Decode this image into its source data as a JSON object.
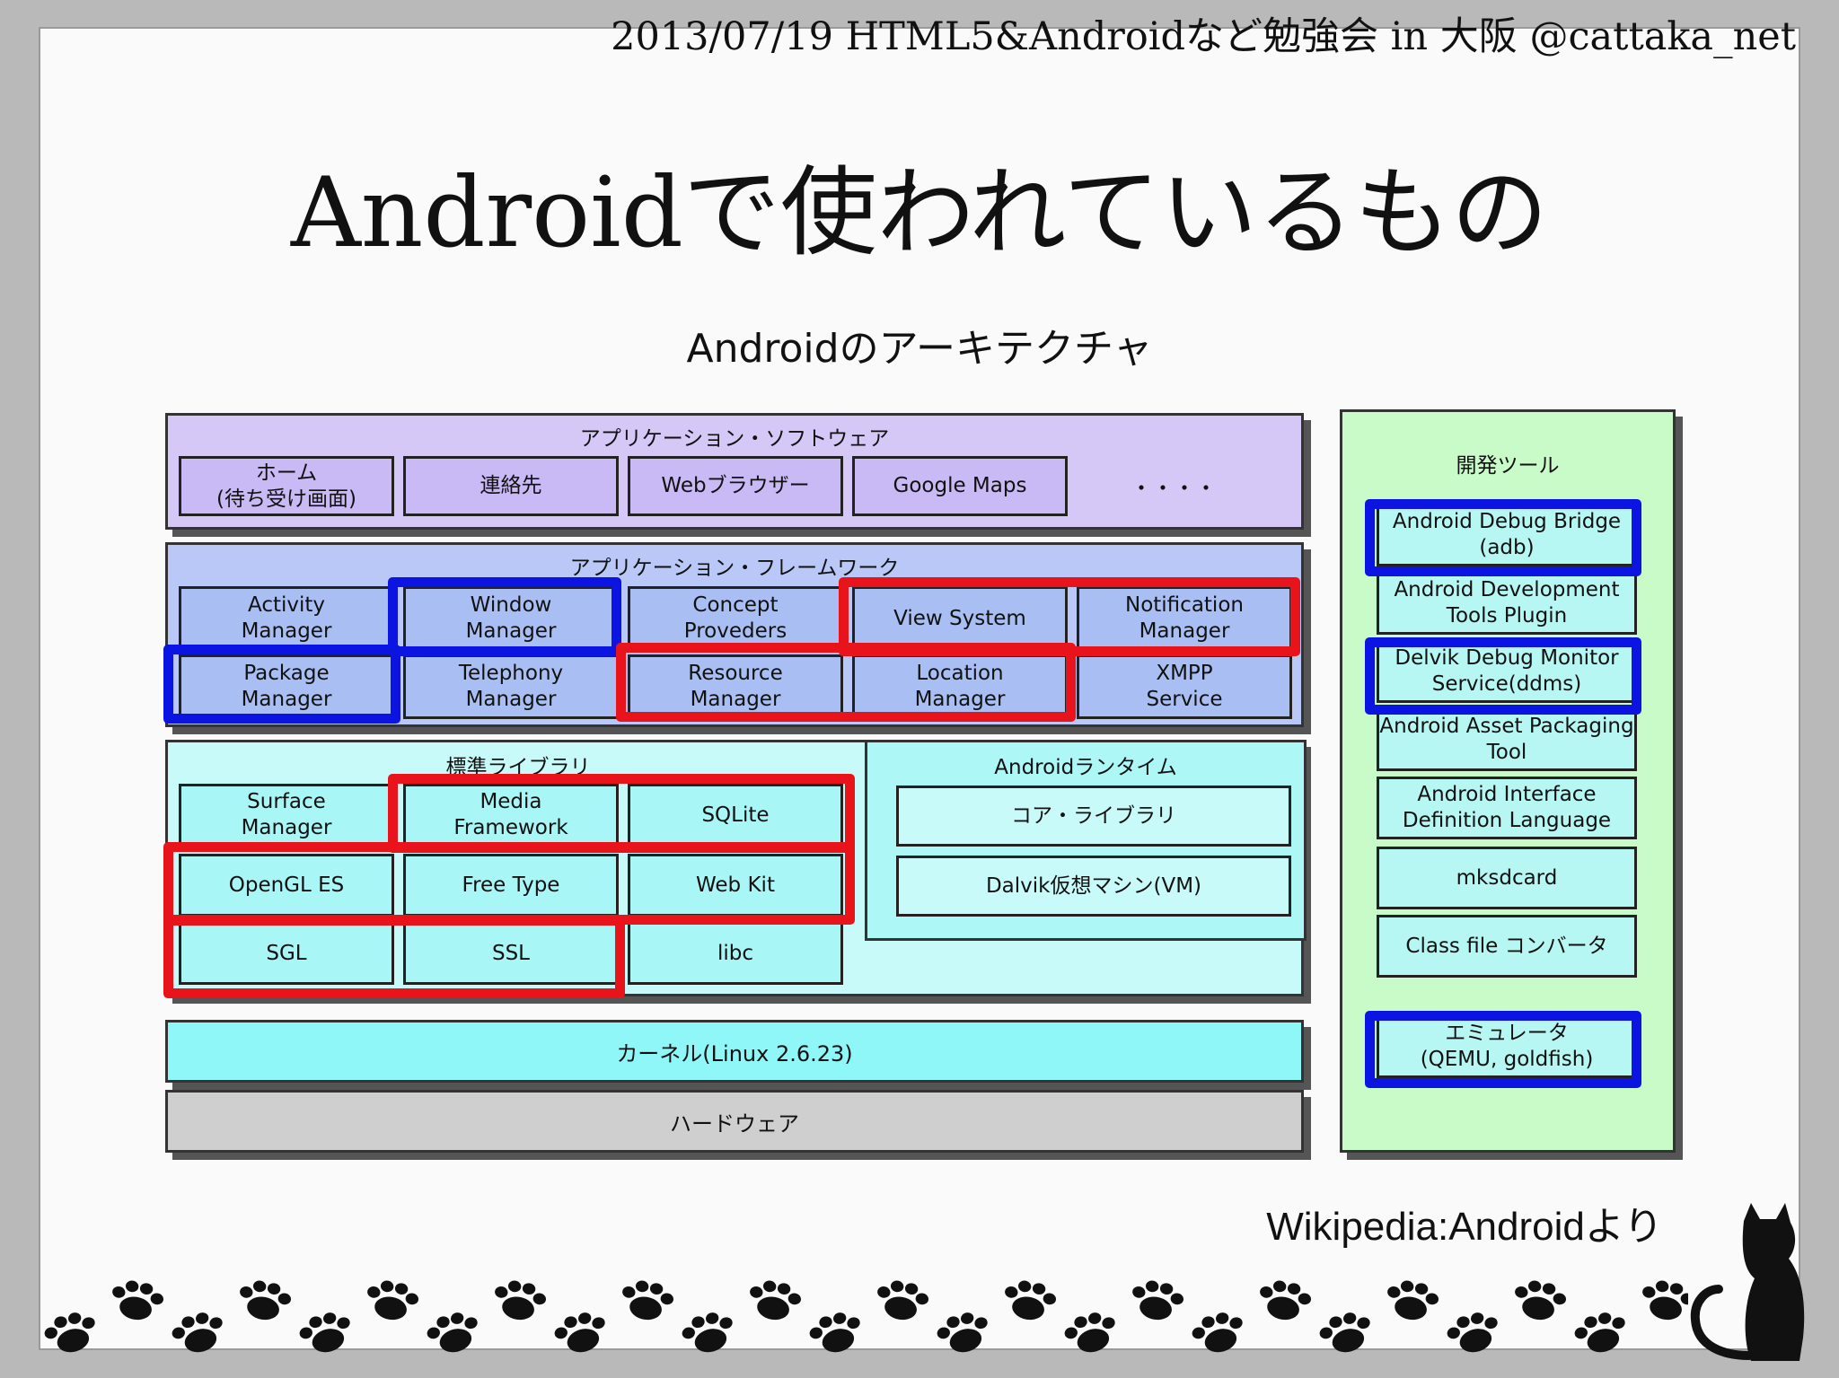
{
  "header": {
    "text": "2013/07/19 HTML5&Androidなど勉強会 in 大阪 @cattaka_net"
  },
  "title": "Androidで使われているもの",
  "diagram": {
    "title": "Androidのアーキテクチャ",
    "applications": {
      "title": "アプリケーション・ソフトウェア",
      "items": [
        "ホーム\n(待ち受け画面)",
        "連絡先",
        "Webブラウザー",
        "Google Maps"
      ],
      "ellipsis": "・・・・"
    },
    "framework": {
      "title": "アプリケーション・フレームワーク",
      "items": [
        "Activity\nManager",
        "Window\nManager",
        "Concept\nProveders",
        "View System",
        "Notification\nManager",
        "Package\nManager",
        "Telephony\nManager",
        "Resource\nManager",
        "Location\nManager",
        "XMPP\nService"
      ]
    },
    "libraries": {
      "title": "標準ライブラリ",
      "items": [
        "Surface\nManager",
        "Media\nFramework",
        "SQLite",
        "OpenGL ES",
        "Free Type",
        "Web Kit",
        "SGL",
        "SSL",
        "libc"
      ]
    },
    "runtime": {
      "title": "Androidランタイム",
      "items": [
        "コア・ライブラリ",
        "Dalvik仮想マシン(VM)"
      ]
    },
    "kernel": "カーネル(Linux 2.6.23)",
    "hardware": "ハードウェア",
    "dev_tools": {
      "title": "開発ツール",
      "items": [
        "Android Debug Bridge\n(adb)",
        "Android Development\nTools Plugin",
        "Delvik Debug Monitor\nService(ddms)",
        "Android Asset Packaging\nTool",
        "Android Interface\nDefinition Language",
        "mksdcard",
        "Class file コンバータ",
        "エミュレータ\n(QEMU, goldfish)"
      ]
    }
  },
  "source_note": "Wikipedia:Androidより",
  "colors": {
    "highlight_red": "#e8131b",
    "highlight_blue": "#0b14e0",
    "apps_bg": "#d5c8f7",
    "framework_bg": "#b9c8f7",
    "libraries_bg": "#c9fafa",
    "kernel_bg": "#8ff7f7",
    "hardware_bg": "#cfcfcf",
    "devtools_bg": "#c9fbc9"
  },
  "icons": [
    "paw-print-icon",
    "cat-silhouette-icon"
  ]
}
